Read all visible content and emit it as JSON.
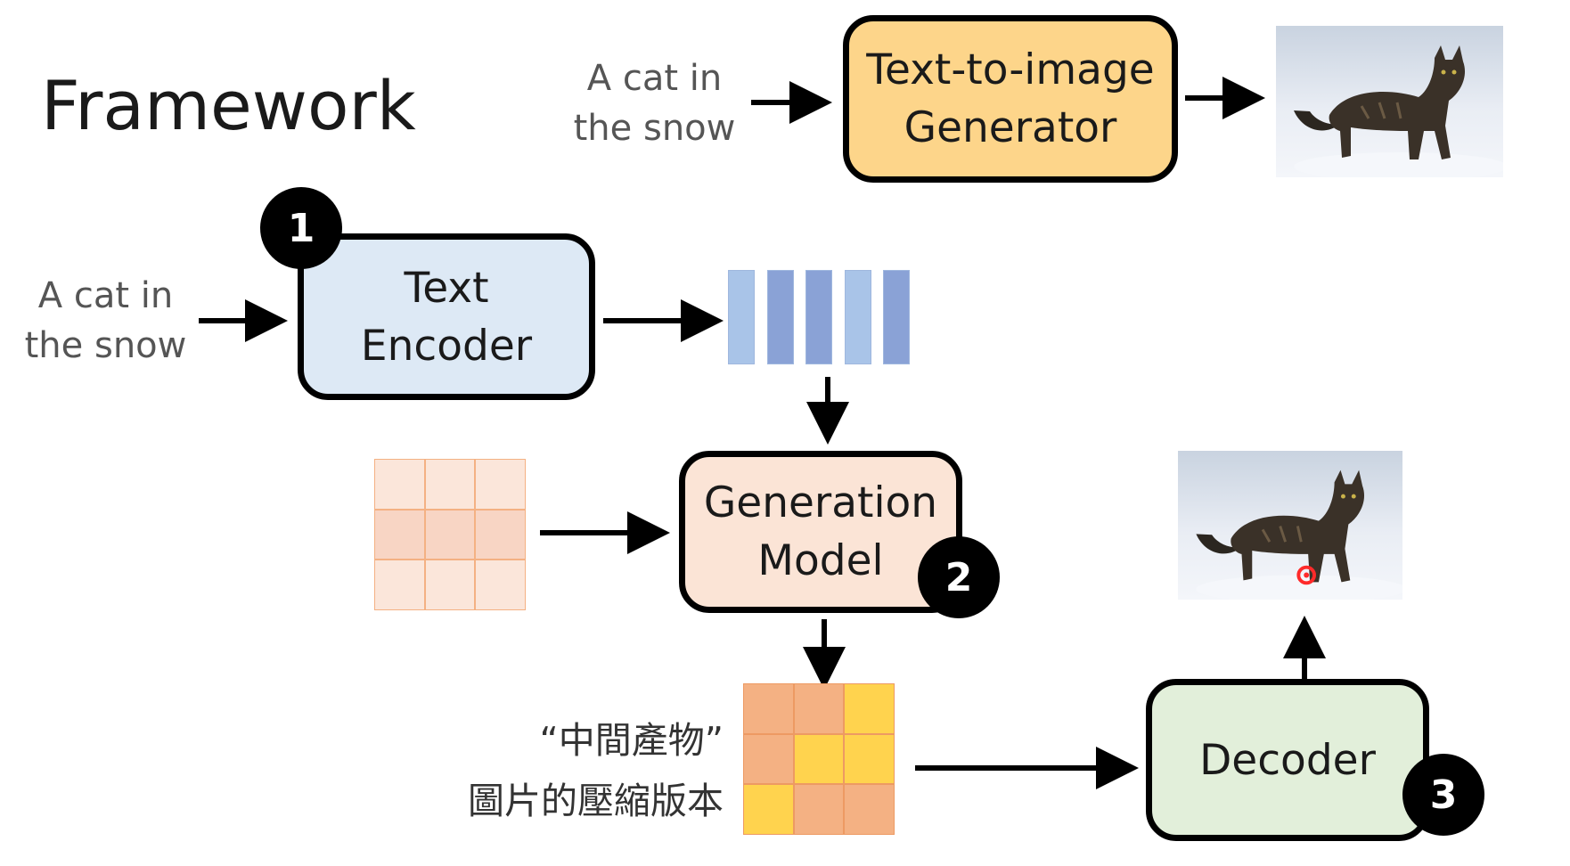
{
  "slide": {
    "title": "Framework"
  },
  "top_row": {
    "input_line1": "A cat in",
    "input_line2": "the snow",
    "generator_line1": "Text-to-image",
    "generator_line2": "Generator"
  },
  "encoder_row": {
    "input_line1": "A cat in",
    "input_line2": "the snow",
    "encoder_line1": "Text",
    "encoder_line2": "Encoder",
    "badge": "1",
    "embedding_bar_colors": [
      "#a9c4e8",
      "#8aa2d6",
      "#8aa2d6",
      "#a9c4e8",
      "#8aa2d6"
    ]
  },
  "generation_row": {
    "model_line1": "Generation",
    "model_line2": "Model",
    "badge": "2",
    "noise_grid_colors": [
      "#fbe6da",
      "#fbe6da",
      "#fbe6da",
      "#f8d5c4",
      "#f8d5c4",
      "#f8d5c4",
      "#fbe6da",
      "#fbe6da",
      "#fbe6da"
    ]
  },
  "decoder_row": {
    "latent_label_line1": "“中間產物”",
    "latent_label_line2": "圖片的壓縮版本",
    "decoder_label": "Decoder",
    "badge": "3",
    "latent_grid_colors": [
      "#f4b183",
      "#f4b183",
      "#ffd34e",
      "#f4b183",
      "#ffd34e",
      "#ffd34e",
      "#ffd34e",
      "#f4b183",
      "#f4b183"
    ]
  },
  "colors": {
    "generator_fill": "#fdd58a",
    "encoder_fill": "#dde9f5",
    "model_fill": "#fbe4d6",
    "decoder_fill": "#e2efda"
  }
}
